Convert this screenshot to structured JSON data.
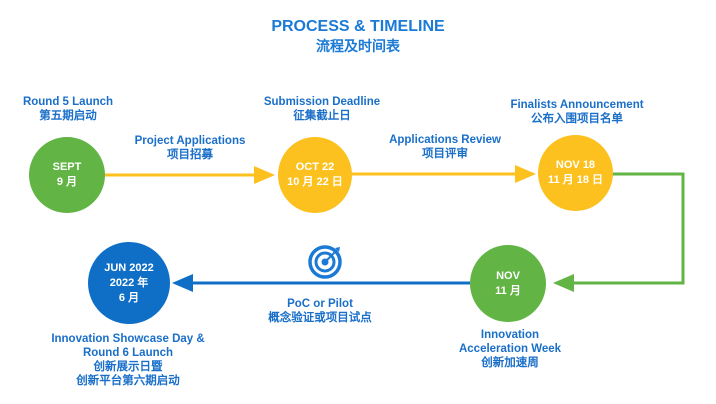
{
  "header": {
    "title": "PROCESS & TIMELINE",
    "subtitle": "流程及时间表"
  },
  "colors": {
    "text_blue": "#1a6fc9",
    "green": "#62b445",
    "yellow": "#fcc11e",
    "blue": "#0f6fc6"
  },
  "milestones": [
    {
      "en": "Round 5 Launch",
      "zh": "第五期启动",
      "date_en": "SEPT",
      "date_zh": "9 月"
    },
    {
      "en": "Submission Deadline",
      "zh": "征集截止日",
      "date_en": "OCT 22",
      "date_zh": "10 月 22 日"
    },
    {
      "en": "Finalists Announcement",
      "zh": "公布入围项目名单",
      "date_en": "NOV 18",
      "date_zh": "11 月 18 日"
    },
    {
      "en1": "Innovation",
      "en2": "Acceleration Week",
      "zh": "创新加速周",
      "date_en": "NOV",
      "date_zh": "11 月"
    },
    {
      "en1": "Innovation Showcase Day &",
      "en2": "Round 6 Launch",
      "zh1": "创新展示日暨",
      "zh2": "创新平台第六期启动",
      "date_en": "JUN 2022",
      "date_zh1": "2022 年",
      "date_zh2": "6 月"
    }
  ],
  "phases": [
    {
      "en": "Project Applications",
      "zh": "项目招募"
    },
    {
      "en": "Applications Review",
      "zh": "项目评审"
    },
    {
      "en": "PoC or Pilot",
      "zh": "概念验证或项目试点",
      "icon": "target-icon"
    }
  ]
}
